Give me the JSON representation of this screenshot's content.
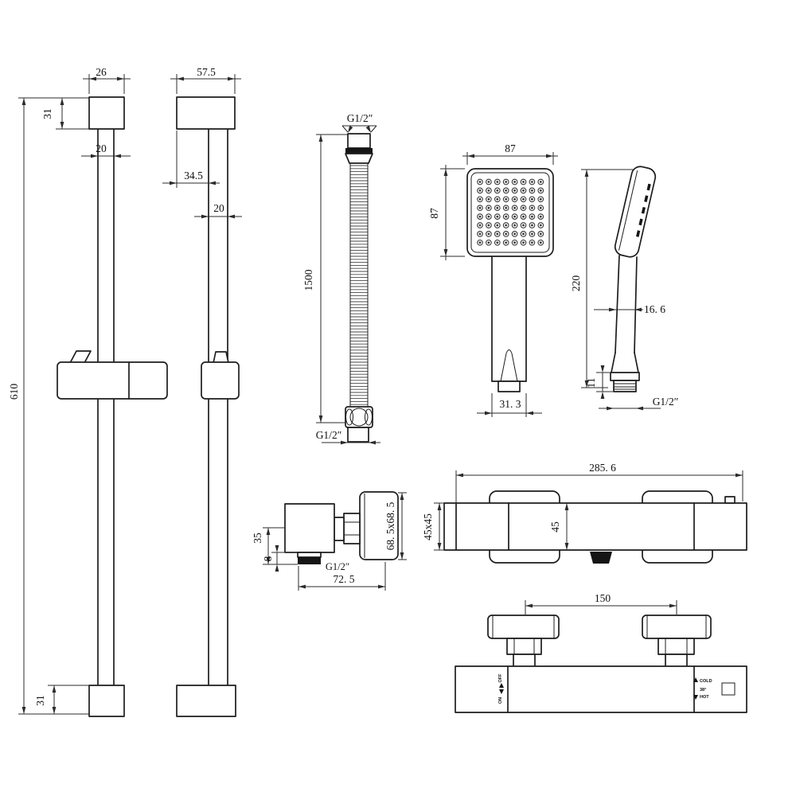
{
  "drawing_title": "shower-set-technical-drawing",
  "colors": {
    "background": "#ffffff",
    "line": "#1d1d1d"
  },
  "rail_front": {
    "cap_width": "26",
    "cap_height": "31",
    "bar_width": "20",
    "total_height": "610",
    "bottom_cap_height": "31"
  },
  "rail_side": {
    "cap_width": "57.5",
    "bar_offset": "34.5",
    "bar_width": "20"
  },
  "hose": {
    "top_thread": "G1/2″",
    "length": "1500",
    "bottom_thread": "G1/2″"
  },
  "handset_front": {
    "width": "87",
    "height": "87",
    "handle_width": "31. 3"
  },
  "handset_side": {
    "height": "220",
    "grip_width": "16. 6",
    "collar_height": "11",
    "thread": "G1/2″"
  },
  "wall_outlet": {
    "drop": "35",
    "thread_length": "8",
    "thread": "G1/2″",
    "depth": "72. 5",
    "plate": "68. 5x68. 5"
  },
  "valve_top": {
    "length": "285. 6",
    "depth": "45",
    "end_section": "45x45"
  },
  "valve_front": {
    "spacing": "150",
    "off": "OFF",
    "on": "ON",
    "cold": "COLD",
    "temp": "38°",
    "hot": "HOT"
  }
}
